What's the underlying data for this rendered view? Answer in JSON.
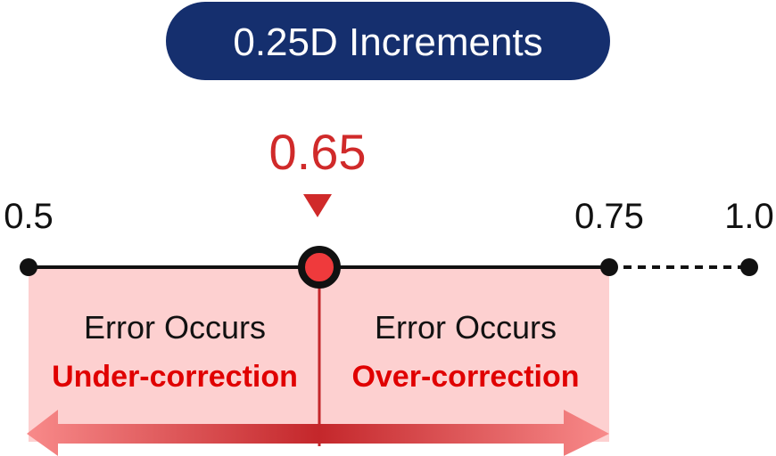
{
  "title": "0.25D Increments",
  "marker_value": "0.65",
  "ticks": [
    "0.5",
    "0.75",
    "1.0"
  ],
  "left_region": {
    "line1": "Error Occurs",
    "line2": "Under-correction"
  },
  "right_region": {
    "line1": "Error Occurs",
    "line2": "Over-correction"
  },
  "colors": {
    "title_bg": "#152f6e",
    "accent": "#d02a2a",
    "region_bg": "#fdd0d0",
    "emphasis": "#e00000"
  }
}
